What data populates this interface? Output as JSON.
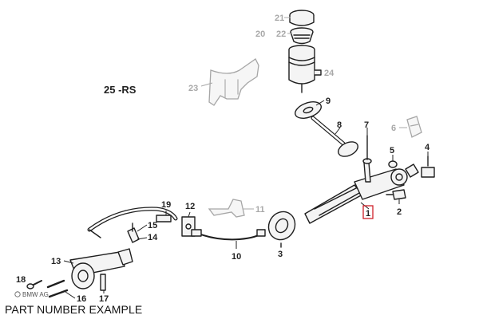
{
  "diagram": {
    "model_code": "25 -RS",
    "maker_mark": "BMW AG",
    "caption": "PART NUMBER EXAMPLE",
    "callouts": {
      "c1": "1",
      "c2": "2",
      "c3": "3",
      "c4": "4",
      "c5": "5",
      "c6": "6",
      "c7": "7",
      "c8": "8",
      "c9": "9",
      "c10": "10",
      "c11": "11",
      "c12": "12",
      "c13": "13",
      "c14": "14",
      "c15": "15",
      "c16": "16",
      "c17": "17",
      "c18": "18",
      "c19": "19",
      "c20": "20",
      "c21": "21",
      "c22": "22",
      "c23": "23",
      "c24": "24"
    },
    "highlighted_callout": "1",
    "colors": {
      "highlight": "#d0202a",
      "ink": "#1e1e1e",
      "dimmed": "#a8a8a8"
    }
  }
}
